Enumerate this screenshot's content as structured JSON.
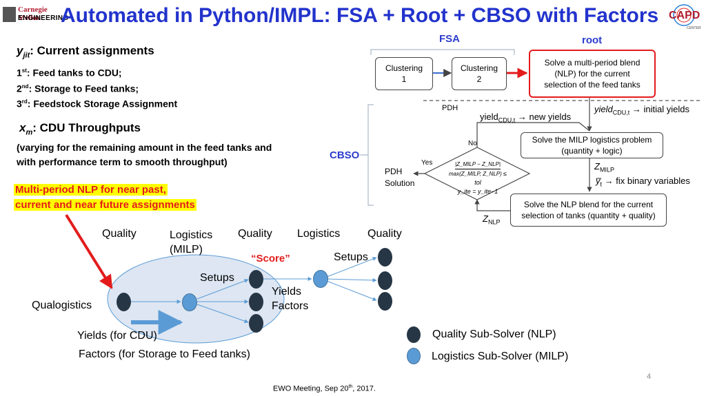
{
  "header": {
    "logo_left_line1": "Carnegie Mellon",
    "logo_left_line2": "ENGINEERING",
    "title": "Automated in Python/IMPL: FSA + Root + CBSO with Factors",
    "logo_right": "CAPD",
    "logo_right_sub": "CENTER"
  },
  "left": {
    "yjit_var": "y",
    "yjit_sub": "jit",
    "yjit_heading": ": Current assignments",
    "items": [
      {
        "num": "1",
        "sup": "st",
        "text": ": Feed tanks to CDU;"
      },
      {
        "num": "2",
        "sup": "nd",
        "text": ": Storage to Feed tanks;"
      },
      {
        "num": "3",
        "sup": "rd",
        "text": ": Feedstock Storage Assignment"
      }
    ],
    "xm_var": "x",
    "xm_sub": "m",
    "xm_heading": ":  CDU Throughputs",
    "xm_desc_line1": "(varying for the remaining amount in the feed tanks and",
    "xm_desc_line2": "with performance term to smooth throughput)",
    "nlp_line1": "Multi-period NLP for near past,",
    "nlp_line2": "current and near future assignments"
  },
  "flow": {
    "fsa_label": "FSA",
    "root_label": "root",
    "cbso_label": "CBSO",
    "clustering1": [
      "Clustering",
      "1"
    ],
    "clustering2": [
      "Clustering",
      "2"
    ],
    "solve_blend": [
      "Solve a  multi-period blend",
      "(NLP) for the current",
      "selection of the feed tanks"
    ],
    "pdh": "PDH",
    "yield_new": "yield",
    "yield_new_sub": "CDU,t",
    "yield_new_tail": " → new yields",
    "yield_init": "yield",
    "yield_init_sub": "CDU,t",
    "yield_init_tail": " → initial yields",
    "no_label": "No",
    "yes_label": "Yes",
    "milp_box": [
      "Solve the MILP logistics problem",
      "(quantity + logic)"
    ],
    "z_milp": "Z",
    "z_milp_sub": "MILP",
    "ybar": "y̅",
    "ybar_sub": "t",
    "ybar_tail": "  → fix binary variables",
    "nlp_box": [
      "Solve the NLP blend for the current",
      "selection of tanks (quantity + quality)"
    ],
    "z_nlp": "Z",
    "z_nlp_sub": "NLP",
    "pdh_solution": [
      "PDH",
      "Solution"
    ],
    "diamond_line1": "|Z_MILP − Z_NLP|",
    "diamond_line2": "max(Z_MILP, Z_NLP)",
    "diamond_le": "≤ tol",
    "diamond_line3": "y_ite = y_ite−1"
  },
  "network": {
    "quality1": "Quality",
    "logistics1": [
      "Logistics",
      "(MILP)"
    ],
    "quality2": "Quality",
    "logistics2": "Logistics",
    "quality3": "Quality",
    "score": "“Score”",
    "setups1": "Setups",
    "setups2": "Setups",
    "yields_factors": [
      "Yields",
      "Factors"
    ],
    "qualogistics": "Qualogistics",
    "yields_for_cdu": "Yields (for CDU)",
    "factors_storage": "Factors (for Storage to Feed tanks)"
  },
  "legend": {
    "quality_solver": "Quality Sub-Solver (NLP)",
    "logistics_solver": "Logistics Sub-Solver (MILP)"
  },
  "footer": {
    "page_number": "4",
    "meeting": "EWO Meeting, Sep 20",
    "meeting_sup": "th",
    "meeting_tail": ", 2017."
  },
  "colors": {
    "title_blue": "#2233cc",
    "red": "#e31b1b",
    "dark_node": "#263645",
    "light_node": "#5b9bd5",
    "ellipse_fill": "#dde6f2",
    "highlight": "#ffff00"
  }
}
